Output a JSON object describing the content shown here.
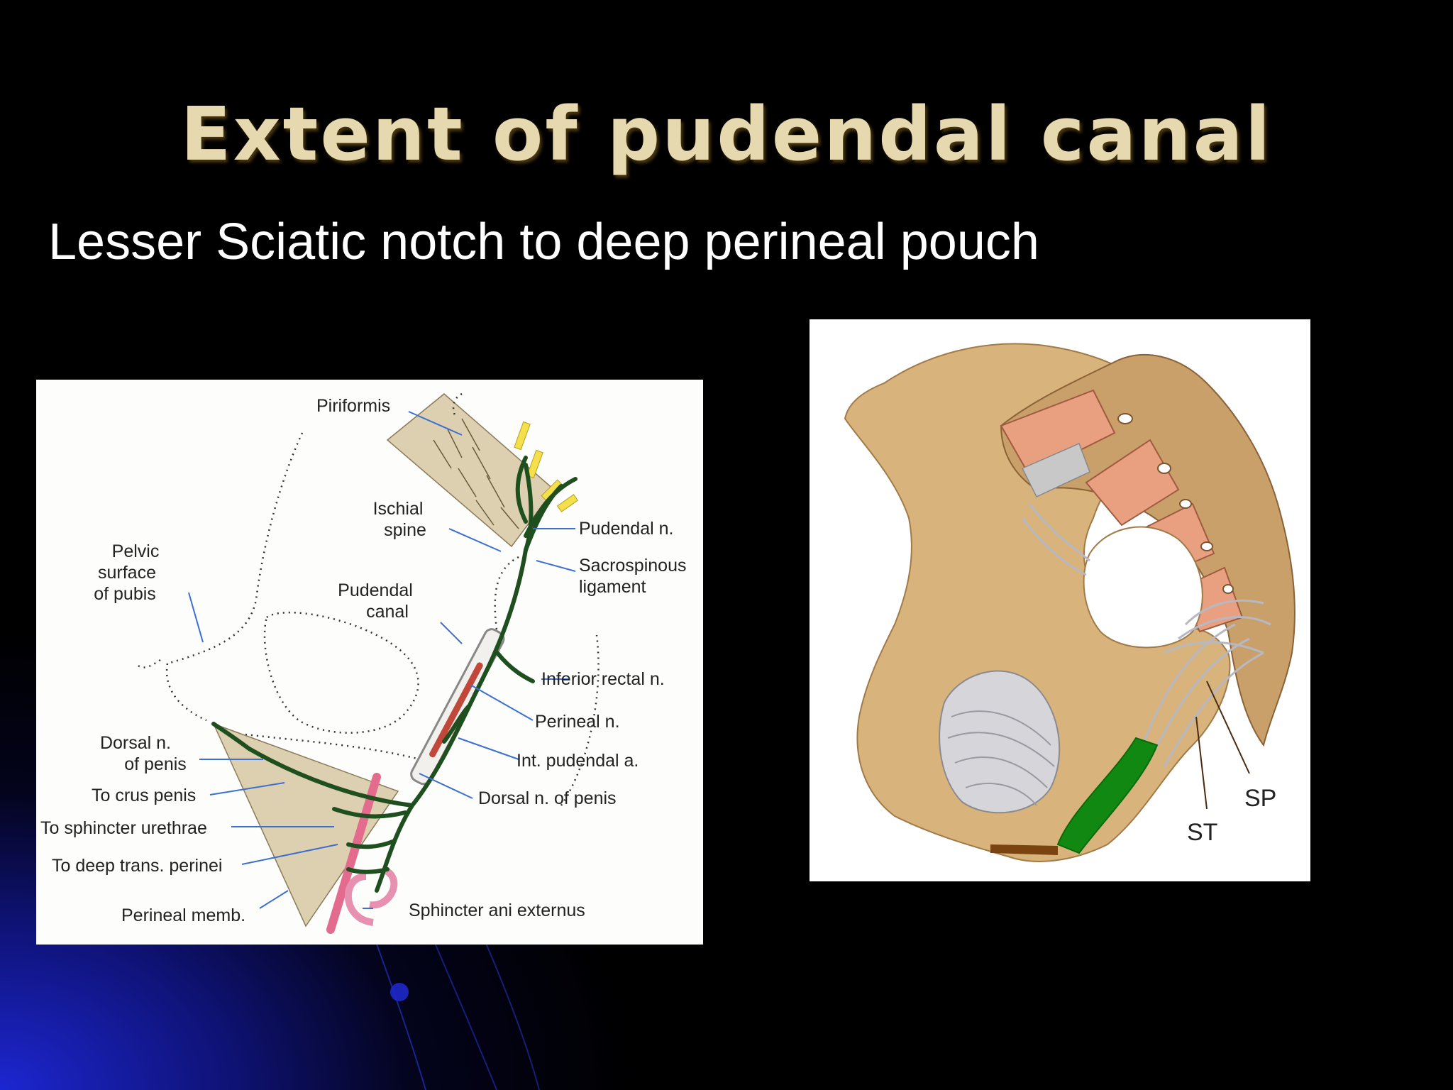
{
  "slide": {
    "title": "Extent of pudendal canal",
    "subtitle": "Lesser Sciatic notch to deep perineal pouch"
  },
  "colors": {
    "background": "#000000",
    "title": "#e6d9b0",
    "subtitle": "#ffffff",
    "nerve": "#1f4f1f",
    "bone": "#d8b47c",
    "canal_highlight": "#118811",
    "canal_entry": "#7a4410"
  },
  "left_diagram": {
    "labels": {
      "piriformis": "Piriformis",
      "ischial_spine_1": "Ischial",
      "ischial_spine_2": "spine",
      "pudendal_n": "Pudendal n.",
      "sacrospinous_1": "Sacrospinous",
      "sacrospinous_2": "ligament",
      "pelvic_1": "Pelvic",
      "pelvic_2": "surface",
      "pelvic_3": "of pubis",
      "pudendal_canal_1": "Pudendal",
      "pudendal_canal_2": "canal",
      "inferior_rectal": "Inferior rectal n.",
      "perineal_n": "Perineal n.",
      "int_pudendal_a": "Int. pudendal a.",
      "dorsal_n_penis_right": "Dorsal n. of penis",
      "dorsal_n_1": "Dorsal n.",
      "dorsal_n_2": "of penis",
      "to_crus_penis": "To crus penis",
      "to_sphincter_urethrae": "To sphincter urethrae",
      "to_deep_trans": "To deep trans. perinei",
      "perineal_memb": "Perineal memb.",
      "sphincter_ani": "Sphincter ani externus"
    }
  },
  "right_diagram": {
    "labels": {
      "sp": "SP",
      "st": "ST"
    }
  }
}
